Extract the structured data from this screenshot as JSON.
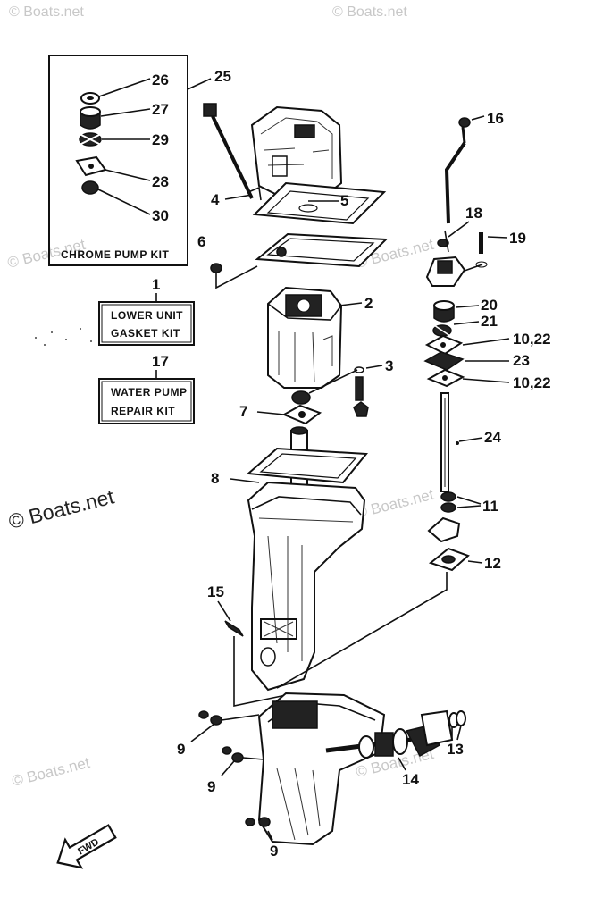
{
  "watermarks": [
    "© Boats.net",
    "© Boats.net",
    "© Boats.net",
    "© Boats.net",
    "© Boats.net",
    "© Boats.net",
    "© Boats.net"
  ],
  "kits": {
    "chrome_pump": {
      "title": "CHROME PUMP KIT",
      "number": "25"
    },
    "gasket": {
      "number": "1",
      "line1": "LOWER UNIT",
      "line2": "GASKET KIT"
    },
    "water_pump": {
      "number": "17",
      "line1": "WATER PUMP",
      "line2": "REPAIR KIT"
    }
  },
  "callouts": {
    "c26": "26",
    "c27": "27",
    "c29": "29",
    "c28": "28",
    "c30": "30",
    "c4": "4",
    "c5": "5",
    "c6": "6",
    "c2": "2",
    "c3": "3",
    "c7": "7",
    "c8": "8",
    "c15": "15",
    "c9a": "9",
    "c9b": "9",
    "c9c": "9",
    "c16": "16",
    "c18": "18",
    "c19": "19",
    "c20": "20",
    "c21": "21",
    "c1022a": "10,22",
    "c23": "23",
    "c1022b": "10,22",
    "c24": "24",
    "c11": "11",
    "c12": "12",
    "c13": "13",
    "c14": "14"
  },
  "direction_label": "FWD"
}
